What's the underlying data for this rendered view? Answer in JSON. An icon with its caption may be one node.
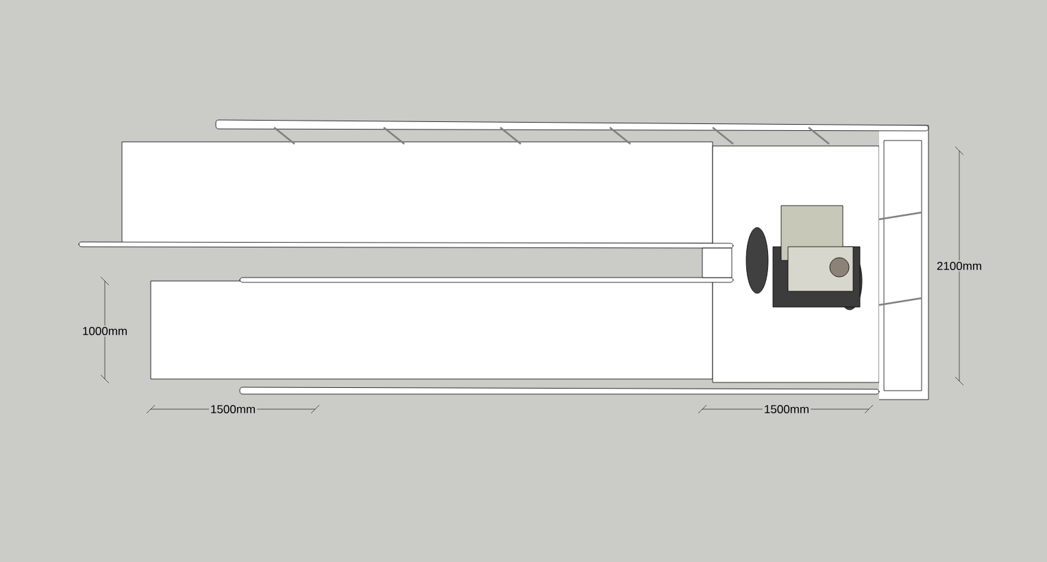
{
  "diagram": {
    "labels": [
      "2100mm",
      "1000mm",
      "1500mm",
      "1500mm"
    ]
  }
}
